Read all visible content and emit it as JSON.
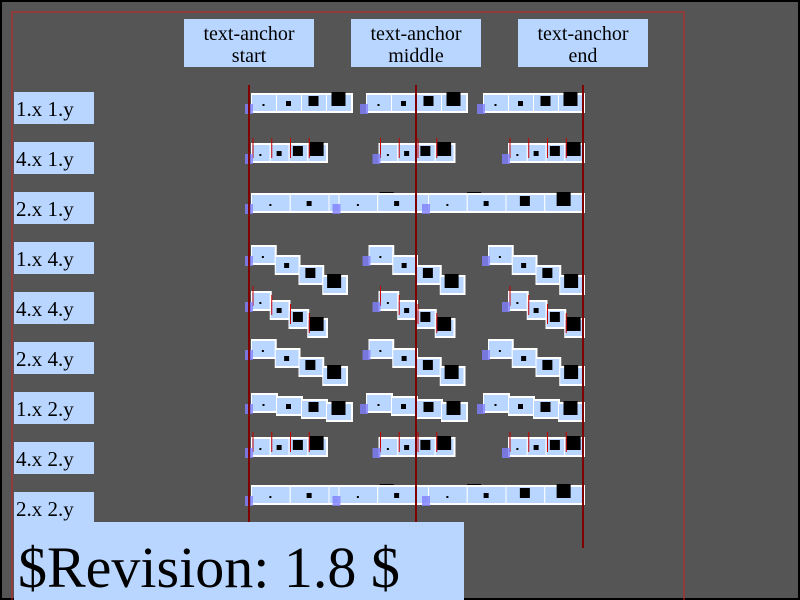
{
  "headers": [
    {
      "line1": "text-anchor",
      "line2": "start"
    },
    {
      "line1": "text-anchor",
      "line2": "middle"
    },
    {
      "line1": "text-anchor",
      "line2": "end"
    }
  ],
  "rows": [
    "1.x 1.y",
    "4.x 1.y",
    "2.x 1.y",
    "1.x 4.y",
    "4.x 4.y",
    "2.x 4.y",
    "1.x 2.y",
    "4.x 2.y",
    "2.x 2.y"
  ],
  "revision": "$Revision: 1.8 $",
  "colors": {
    "background": "#555555",
    "label_box": "#b8d6ff",
    "frame": "#cc2222",
    "anchor_line": "#800000",
    "tick": "#cc0000",
    "glyph": "#000000",
    "glyph_bg": "#ffffff",
    "highlight": "#7f7fff"
  }
}
